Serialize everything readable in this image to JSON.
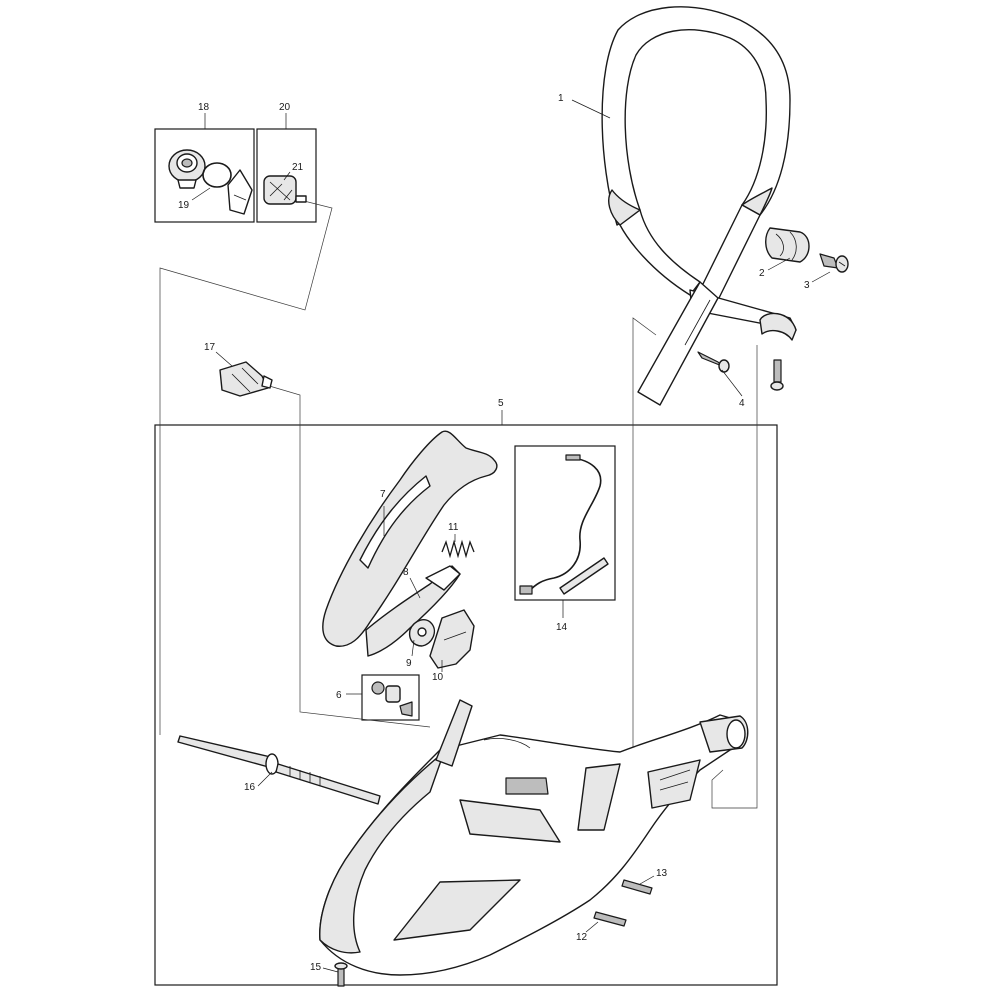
{
  "diagram": {
    "type": "exploded-parts-view",
    "callouts": [
      {
        "id": "1",
        "label": "1"
      },
      {
        "id": "2",
        "label": "2"
      },
      {
        "id": "3",
        "label": "3"
      },
      {
        "id": "4",
        "label": "4"
      },
      {
        "id": "5",
        "label": "5"
      },
      {
        "id": "6",
        "label": "6"
      },
      {
        "id": "7",
        "label": "7"
      },
      {
        "id": "8",
        "label": "8"
      },
      {
        "id": "9",
        "label": "9"
      },
      {
        "id": "10",
        "label": "10"
      },
      {
        "id": "11",
        "label": "11"
      },
      {
        "id": "12",
        "label": "12"
      },
      {
        "id": "13",
        "label": "13"
      },
      {
        "id": "14",
        "label": "14"
      },
      {
        "id": "15",
        "label": "15"
      },
      {
        "id": "16",
        "label": "16"
      },
      {
        "id": "17",
        "label": "17"
      },
      {
        "id": "18",
        "label": "18"
      },
      {
        "id": "19",
        "label": "19"
      },
      {
        "id": "20",
        "label": "20"
      },
      {
        "id": "21",
        "label": "21"
      }
    ],
    "colors": {
      "line": "#1a1a1a",
      "fill": "#ffffff",
      "shade": "#e7e7e7",
      "dark": "#bdbdbd"
    }
  }
}
